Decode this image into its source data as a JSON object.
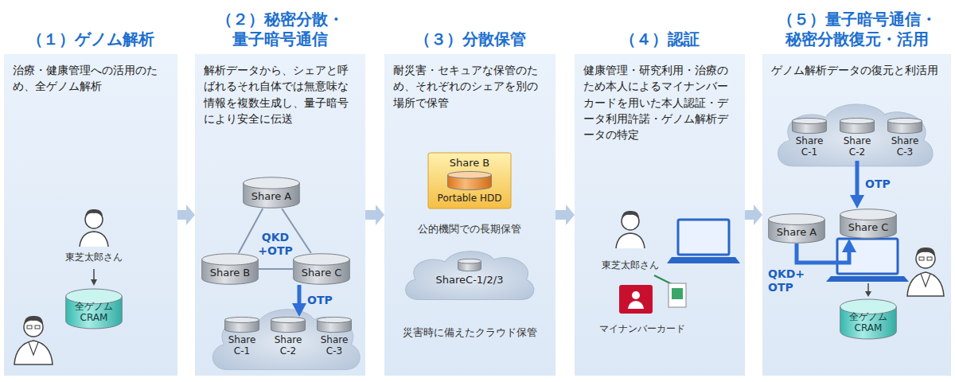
{
  "diagram": {
    "nodes": [
      {
        "text": [
          "（１）ゲノム解析",
          "治療・健康管理への活用のため、全ゲノム解析"
        ]
      },
      {
        "text": [
          "全ゲノム CRAM"
        ],
        "in": 0
      },
      {
        "text": [
          "（２）秘密分散・量子暗号通信",
          "解析データから、シェアと呼ばれるそれ自体では無意味な情報を複数生成し、量子暗号により安全に伝送"
        ]
      },
      {
        "text": [
          "Share A"
        ],
        "in": 2
      },
      {
        "text": [
          "Share B"
        ],
        "in": 2
      },
      {
        "text": [
          "Share C"
        ],
        "in": 2
      },
      {
        "text": [
          "Share C-1"
        ],
        "in": 2
      },
      {
        "text": [
          "Share C-2"
        ],
        "in": 2
      },
      {
        "text": [
          "Share C-3"
        ],
        "in": 2
      },
      {
        "text": [
          "（３）分散保管",
          "耐災害・セキュアな保管のため、それぞれのシェアを別の場所で保管"
        ]
      },
      {
        "text": [
          "Share B",
          "Portable HDD"
        ],
        "in": 9
      },
      {
        "text": [
          "ShareC-1/2/3"
        ],
        "in": 9
      },
      {
        "text": [
          "（４）認証",
          "健康管理・研究利用・治療のため本人によるマイナンバーカードを用いた本人認証・データ利用許諾・ゲノム解析データの特定"
        ]
      },
      {
        "text": [
          "（５）量子暗号通信・秘密分散復元・活用",
          "ゲノム解析データの復元と利活用"
        ]
      },
      {
        "text": [
          "Share C-1"
        ],
        "in": 13
      },
      {
        "text": [
          "Share C-2"
        ],
        "in": 13
      },
      {
        "text": [
          "Share C-3"
        ],
        "in": 13
      },
      {
        "text": [
          "Share A"
        ],
        "in": 13
      },
      {
        "text": [
          "Share C"
        ],
        "in": 13
      },
      {
        "text": [
          "全ゲノム CRAM"
        ],
        "in": 13
      }
    ],
    "edges": [
      {
        "from": 0,
        "to": 2,
        "arrow": "to"
      },
      {
        "from": 2,
        "to": 9,
        "arrow": "to"
      },
      {
        "from": 9,
        "to": 12,
        "arrow": "to"
      },
      {
        "from": 12,
        "to": 13,
        "arrow": "to"
      },
      {
        "from": 3,
        "to": 4,
        "arrow": "none"
      },
      {
        "from": 3,
        "to": 5,
        "arrow": "none"
      },
      {
        "from": 4,
        "to": 5,
        "arrow": "none"
      },
      {
        "from": 5,
        "to": 7,
        "label": "OTP",
        "arrow": "to"
      },
      {
        "from": 15,
        "to": 18,
        "label": "OTP",
        "arrow": "to"
      },
      {
        "from": 17,
        "to": 18,
        "label": "QKD+ OTP",
        "arrow": "to"
      }
    ],
    "labels": [
      "東芝太郎さん",
      "QKD +OTP",
      "公的機関での長期保管",
      "災害時に備えたクラウド保管",
      "東芝太郎さん",
      "マイナンバーカード"
    ]
  }
}
